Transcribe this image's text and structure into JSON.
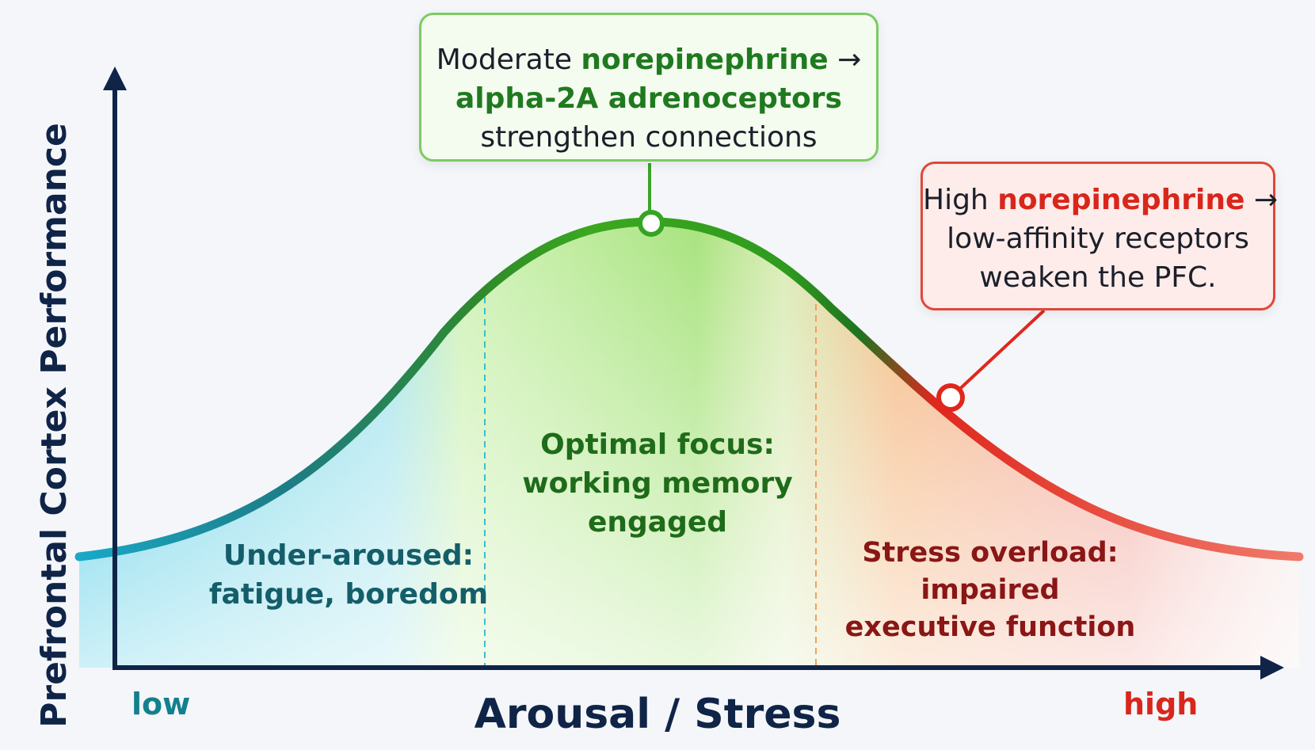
{
  "axes": {
    "x_title": "Arousal / Stress",
    "y_title": "Prefrontal Cortex Performance",
    "x_low": "low",
    "x_high": "high"
  },
  "zones": {
    "left": {
      "line1": "Under-aroused:",
      "line2": "fatigue, boredom"
    },
    "middle": {
      "line1": "Optimal focus:",
      "line2": "working memory",
      "line3": "engaged"
    },
    "right": {
      "line1": "Stress overload:",
      "line2": "impaired",
      "line3": "executive function"
    }
  },
  "callouts": {
    "moderate": {
      "prefix": "Moderate ",
      "highlight": "norepinephrine",
      "arrow": " →",
      "line2": "alpha-2A adrenoceptors",
      "line3": "strengthen connections"
    },
    "high": {
      "prefix": "High ",
      "highlight": "norepinephrine",
      "arrow": " →",
      "line2": "low-affinity receptors",
      "line3": "weaken the PFC."
    }
  },
  "colors": {
    "axis": "#0f2447",
    "low_zone": "#23bfe0",
    "optimal_zone": "#7fd84a",
    "overload_zone": "#f0543e",
    "curve_green": "#35a424",
    "curve_red": "#e0271d",
    "callout_green_border": "#7ccb63",
    "callout_red_border": "#e0473b"
  }
}
